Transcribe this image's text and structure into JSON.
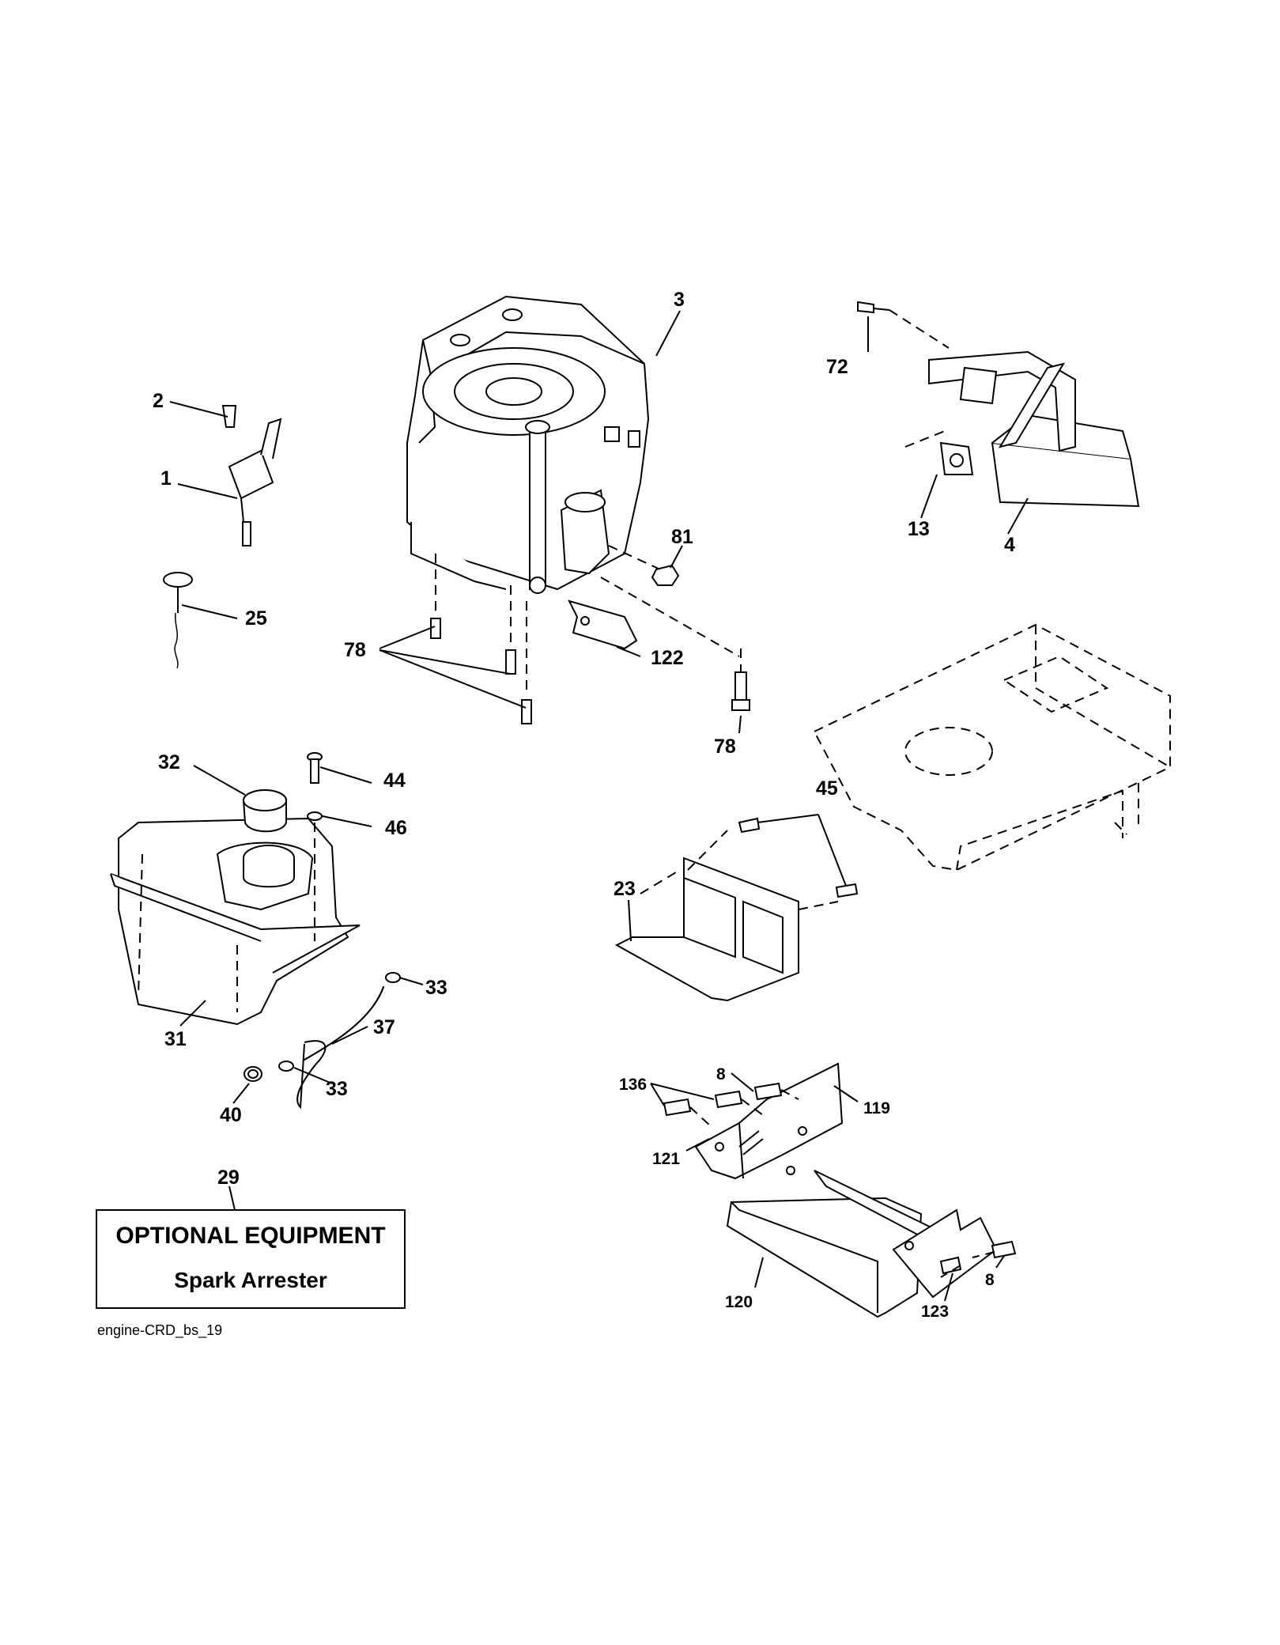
{
  "figure_id": "engine-CRD_bs_19",
  "optional_box": {
    "title": "OPTIONAL EQUIPMENT",
    "subtitle": "Spark Arrester"
  },
  "callouts": [
    {
      "id": "c2",
      "label": "2"
    },
    {
      "id": "c1",
      "label": "1"
    },
    {
      "id": "c25",
      "label": "25"
    },
    {
      "id": "c3",
      "label": "3"
    },
    {
      "id": "c72",
      "label": "72"
    },
    {
      "id": "c13",
      "label": "13"
    },
    {
      "id": "c4",
      "label": "4"
    },
    {
      "id": "c81",
      "label": "81"
    },
    {
      "id": "c78a",
      "label": "78"
    },
    {
      "id": "c122",
      "label": "122"
    },
    {
      "id": "c78b",
      "label": "78"
    },
    {
      "id": "c32",
      "label": "32"
    },
    {
      "id": "c44",
      "label": "44"
    },
    {
      "id": "c46",
      "label": "46"
    },
    {
      "id": "c45",
      "label": "45"
    },
    {
      "id": "c23",
      "label": "23"
    },
    {
      "id": "c33a",
      "label": "33"
    },
    {
      "id": "c37",
      "label": "37"
    },
    {
      "id": "c31",
      "label": "31"
    },
    {
      "id": "c33b",
      "label": "33"
    },
    {
      "id": "c40",
      "label": "40"
    },
    {
      "id": "c29",
      "label": "29"
    },
    {
      "id": "c8a",
      "label": "8"
    },
    {
      "id": "c136",
      "label": "136"
    },
    {
      "id": "c119",
      "label": "119"
    },
    {
      "id": "c121",
      "label": "121"
    },
    {
      "id": "c8b",
      "label": "8"
    },
    {
      "id": "c120",
      "label": "120"
    },
    {
      "id": "c123",
      "label": "123"
    }
  ]
}
